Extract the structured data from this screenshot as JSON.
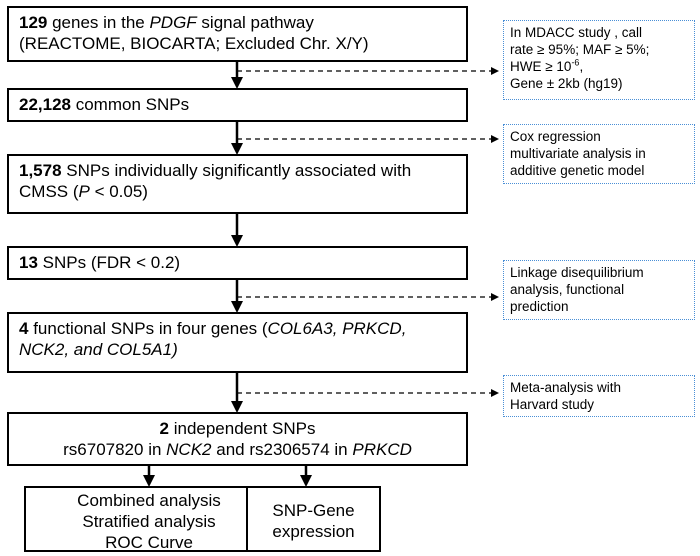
{
  "step1": {
    "bold": "129",
    "text_a": " genes in the ",
    "italic": "PDGF",
    "text_b": " signal pathway",
    "line2": "(REACTOME, BIOCARTA; Excluded Chr. X/Y)"
  },
  "step2": {
    "bold": "22,128",
    "text": " common SNPs"
  },
  "step3": {
    "bold": "1,578",
    "text_a": " SNPs individually significantly associated with",
    "text_b": "CMSS (",
    "italic": "P",
    "text_c": " < 0.05)"
  },
  "step4": {
    "bold": "13",
    "text": " SNPs (FDR < 0.2)"
  },
  "step5": {
    "bold": "4",
    "text_a": " functional SNPs in four genes (",
    "italic_a": "COL6A3, PRKCD,",
    "italic_b": "NCK2, and COL5A1)"
  },
  "step6": {
    "bold": "2",
    "text_a": " independent SNPs",
    "text_b": "rs6707820 in ",
    "italic_a": "NCK2",
    "text_c": " and rs2306574 in ",
    "italic_b": "PRKCD"
  },
  "out_left": {
    "line1": "Combined analysis",
    "line2": "Stratified analysis",
    "line3": "ROC Curve"
  },
  "out_right": {
    "line1": "SNP-Gene",
    "line2": "expression"
  },
  "note1": {
    "line1": "In MDACC study , call",
    "line2": "rate ≥ 95%; MAF ≥  5%;",
    "line3a": "HWE ≥ 10",
    "line3sup": "-6",
    "line3b": ",",
    "line4": "Gene ±  2kb (hg19)"
  },
  "note2": {
    "line1": "Cox regression",
    "line2": "multivariate analysis in",
    "line3": "additive genetic model"
  },
  "note3": {
    "line1": "Linkage disequilibrium",
    "line2": "analysis, functional",
    "line3": "prediction"
  },
  "note4": {
    "line1": "Meta-analysis with",
    "line2": "Harvard study"
  },
  "colors": {
    "box_border": "#000000",
    "note_border": "#4a8fd6"
  }
}
